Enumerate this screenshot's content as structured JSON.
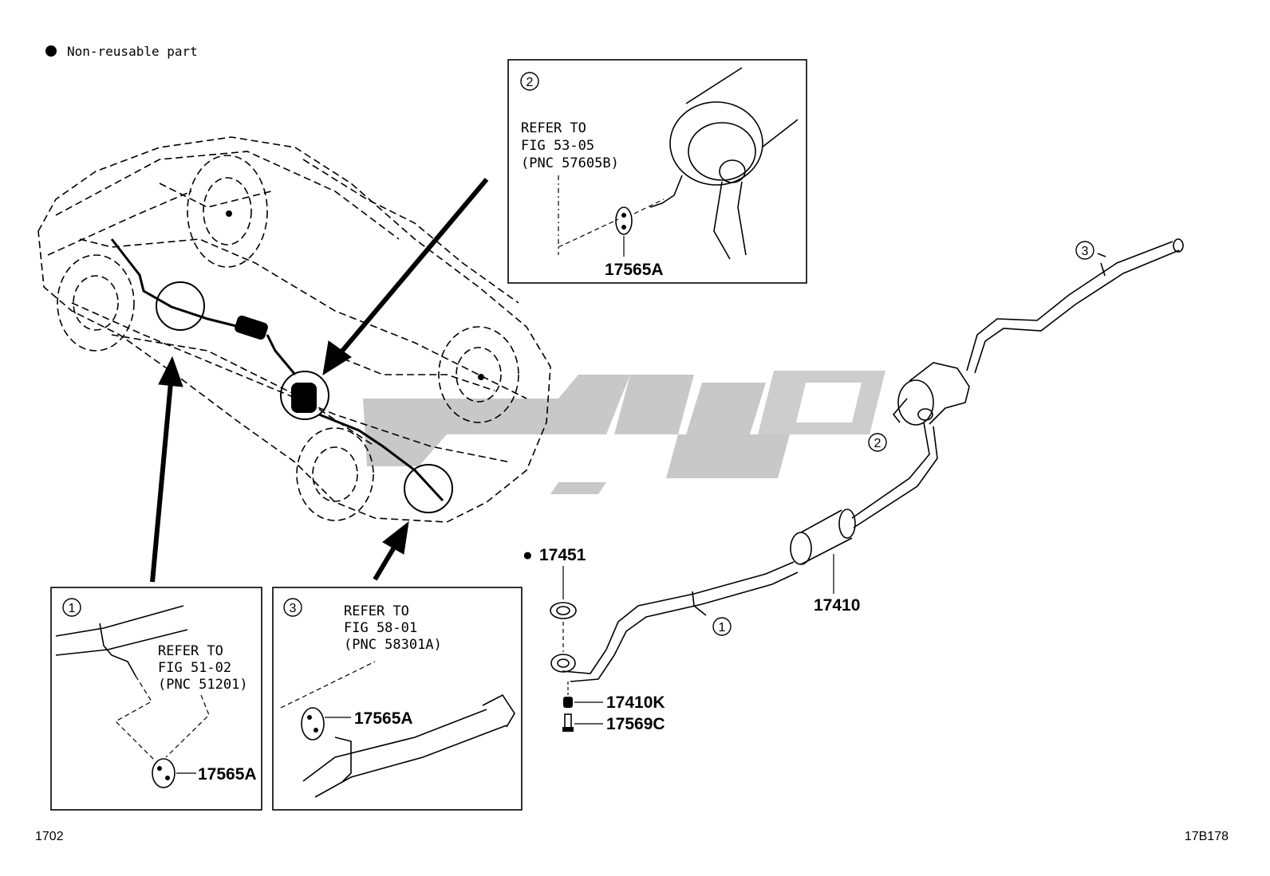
{
  "legend": {
    "symbol": "●",
    "text": "Non-reusable part"
  },
  "callout_numbers": {
    "c1": "1",
    "c2": "2",
    "c3": "3"
  },
  "detail_boxes": {
    "box1": {
      "number": "1",
      "ref": [
        "REFER TO",
        "FIG 51-02",
        "(PNC 51201)"
      ],
      "part": "17565A"
    },
    "box2": {
      "number": "2",
      "ref": [
        "REFER TO",
        "FIG 53-05",
        "(PNC 57605B)"
      ],
      "part": "17565A"
    },
    "box3": {
      "number": "3",
      "ref": [
        "REFER TO",
        "FIG 58-01",
        "(PNC 58301A)"
      ],
      "part": "17565A"
    }
  },
  "parts": {
    "gasket": "17451",
    "gasket_marker": "●",
    "pipe_assy": "17410",
    "spring": "17410K",
    "bolt": "17569C"
  },
  "footer": {
    "left": "1702",
    "right": "17B178"
  },
  "colors": {
    "line": "#000000",
    "watermark": "#c8c8c8"
  }
}
